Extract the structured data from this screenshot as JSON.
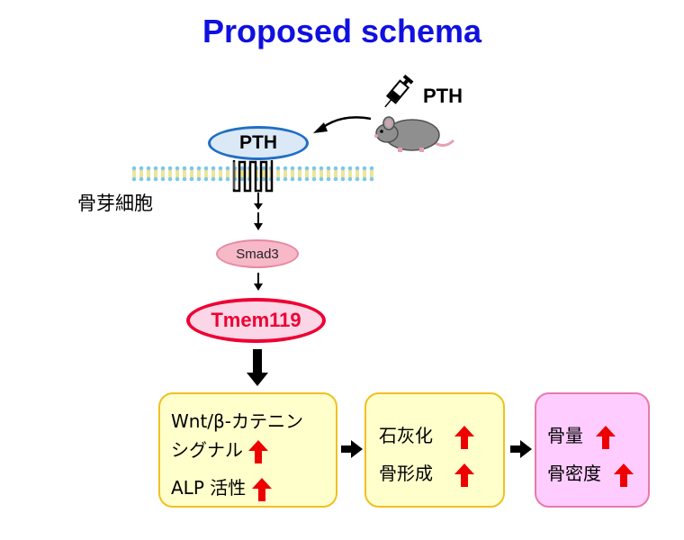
{
  "title": "Proposed schema",
  "injection": {
    "label": "PTH"
  },
  "receptor": {
    "ligand_label": "PTH",
    "cell_label": "骨芽細胞"
  },
  "pathway": {
    "smad_label": "Smad3",
    "tmem_label": "Tmem119"
  },
  "boxes": {
    "box1": {
      "line1": "Wnt/β-カテニン",
      "line2": "シグナル",
      "line3": "ALP 活性"
    },
    "box2": {
      "line1": "石灰化",
      "line2": "骨形成"
    },
    "box3": {
      "line1": "骨量",
      "line2": "骨密度"
    }
  },
  "colors": {
    "title": "#1010e0",
    "up_arrow": "#ee0000",
    "tmem_border": "#ee0033",
    "pth_border": "#1f6fc4",
    "box_yellow": "#ffffcc",
    "box_pink": "#ffccff"
  },
  "icons": [
    "syringe-icon",
    "mouse-icon",
    "up-arrow-icon",
    "right-arrow-icon",
    "down-arrow-icon",
    "receptor-icon",
    "membrane-icon"
  ]
}
